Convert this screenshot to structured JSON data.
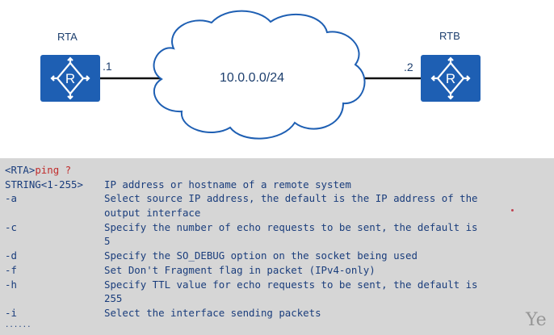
{
  "topology": {
    "router_left": {
      "name": "RTA",
      "iface": ".1",
      "icon": "router-icon"
    },
    "router_right": {
      "name": "RTB",
      "iface": ".2",
      "icon": "router-icon"
    },
    "network": "10.0.0.0/24",
    "colors": {
      "router_fill": "#1e5fb3",
      "link": "#111111",
      "cloud_stroke": "#1e5fb3",
      "label": "#1d3f6e"
    }
  },
  "terminal": {
    "prompt": "<RTA>",
    "command": "ping ?",
    "header_option": "STRING<1-255>",
    "header_desc": "IP address or hostname of a remote system",
    "options": [
      {
        "flag": "-a",
        "lines": [
          "Select source IP address, the default is the IP address of the",
          "output interface"
        ]
      },
      {
        "flag": "-c",
        "lines": [
          "Specify the number of echo requests to be sent, the default is",
          "5"
        ]
      },
      {
        "flag": "-d",
        "lines": [
          "Specify the SO_DEBUG option on the socket being used"
        ]
      },
      {
        "flag": "-f",
        "lines": [
          "Set Don't Fragment flag in packet (IPv4-only)"
        ]
      },
      {
        "flag": "-h",
        "lines": [
          "Specify TTL value for echo requests to be sent, the default is",
          "255"
        ]
      },
      {
        "flag": "-i",
        "lines": [
          "Select the interface sending packets"
        ]
      }
    ],
    "more": "......",
    "colors": {
      "background": "#d6d6d6",
      "text": "#1a3d7c",
      "command": "#c02c2c"
    }
  },
  "watermark": "Ye"
}
